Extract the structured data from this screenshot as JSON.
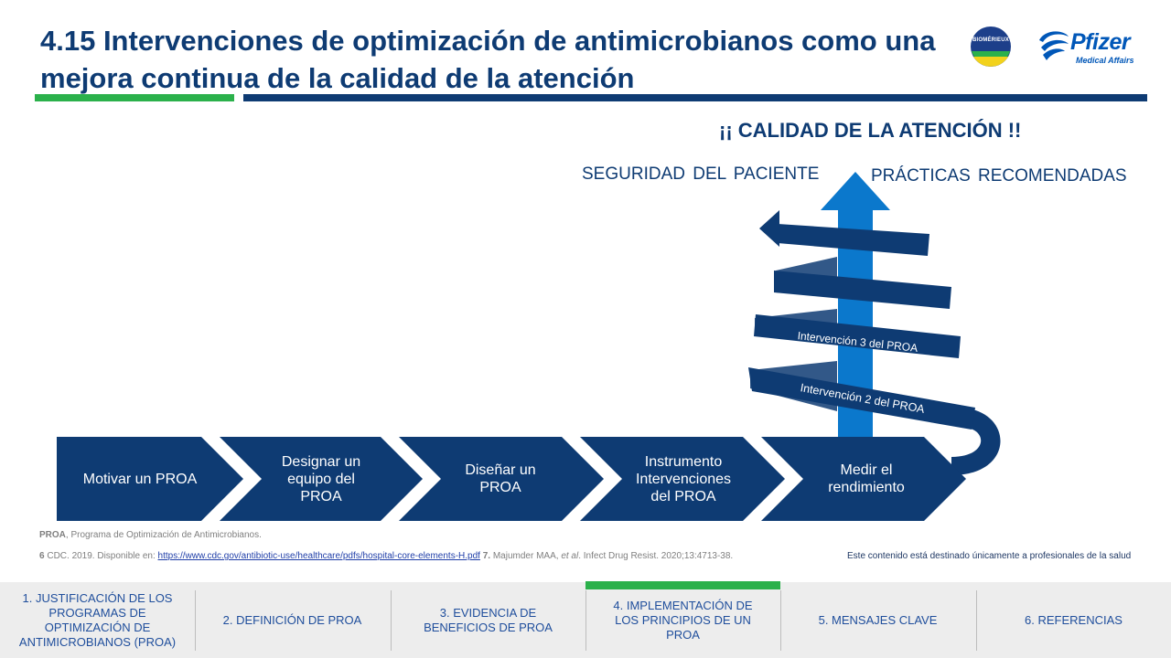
{
  "header": {
    "title_line1": "4.15 Intervenciones de optimización de antimicrobianos como una",
    "title_line2": "mejora continua de la calidad de la atención",
    "logo_biomerieux_text": "BIOMÉRIEUX",
    "logo_pfizer_text": "Pfizer",
    "logo_pfizer_sub": "Medical Affairs"
  },
  "diagram": {
    "quality_heading": "¡¡ CALIDAD DE LA ATENCIÓN !!",
    "left_label": "SEGURIDAD DEL PACIENTE",
    "right_label": "PRÁCTICAS RECOMENDADAS",
    "intervention3": "Intervención  3 del PROA",
    "intervention2": "Intervención 2 del PROA",
    "steps": [
      {
        "label": "Motivar un PROA"
      },
      {
        "label": "Designar un equipo del PROA"
      },
      {
        "label": "Diseñar un PROA"
      },
      {
        "label": "Instrumento Intervenciones del PROA"
      },
      {
        "label": "Medir el rendimiento"
      }
    ],
    "colors": {
      "navy": "#0e3b73",
      "arrow_blue": "#0b78cc",
      "green": "#2bb14b"
    }
  },
  "notes": {
    "abbr_bold": "PROA",
    "abbr_text": ", Programa de Optimización de Antimicrobianos.",
    "ref6_num": "6",
    "ref6_text": " CDC.  2019. Disponible en: ",
    "ref6_link": "https://www.cdc.gov/antibiotic-use/healthcare/pdfs/hospital-core-elements-H.pdf",
    "ref7_num": " 7.",
    "ref7_text_a": " Majumder MAA, ",
    "ref7_italic": "et al",
    "ref7_text_b": ". Infect Drug Resist. 2020;13:4713-38.",
    "disclaimer": "Este contenido está destinado únicamente a profesionales de la salud"
  },
  "nav": {
    "items": [
      {
        "label": "1. JUSTIFICACIÓN  DE LOS PROGRAMAS  DE OPTIMIZACIÓN  DE ANTIMICROBIANOS  (PROA)"
      },
      {
        "label": "2. DEFINICIÓN DE PROA"
      },
      {
        "label": "3. EVIDENCIA  DE BENEFICIOS DE PROA"
      },
      {
        "label": "4. IMPLEMENTACIÓN  DE LOS PRINCIPIOS  DE UN PROA"
      },
      {
        "label": "5. MENSAJES CLAVE"
      },
      {
        "label": "6. REFERENCIAS"
      }
    ],
    "active_index": 3
  }
}
